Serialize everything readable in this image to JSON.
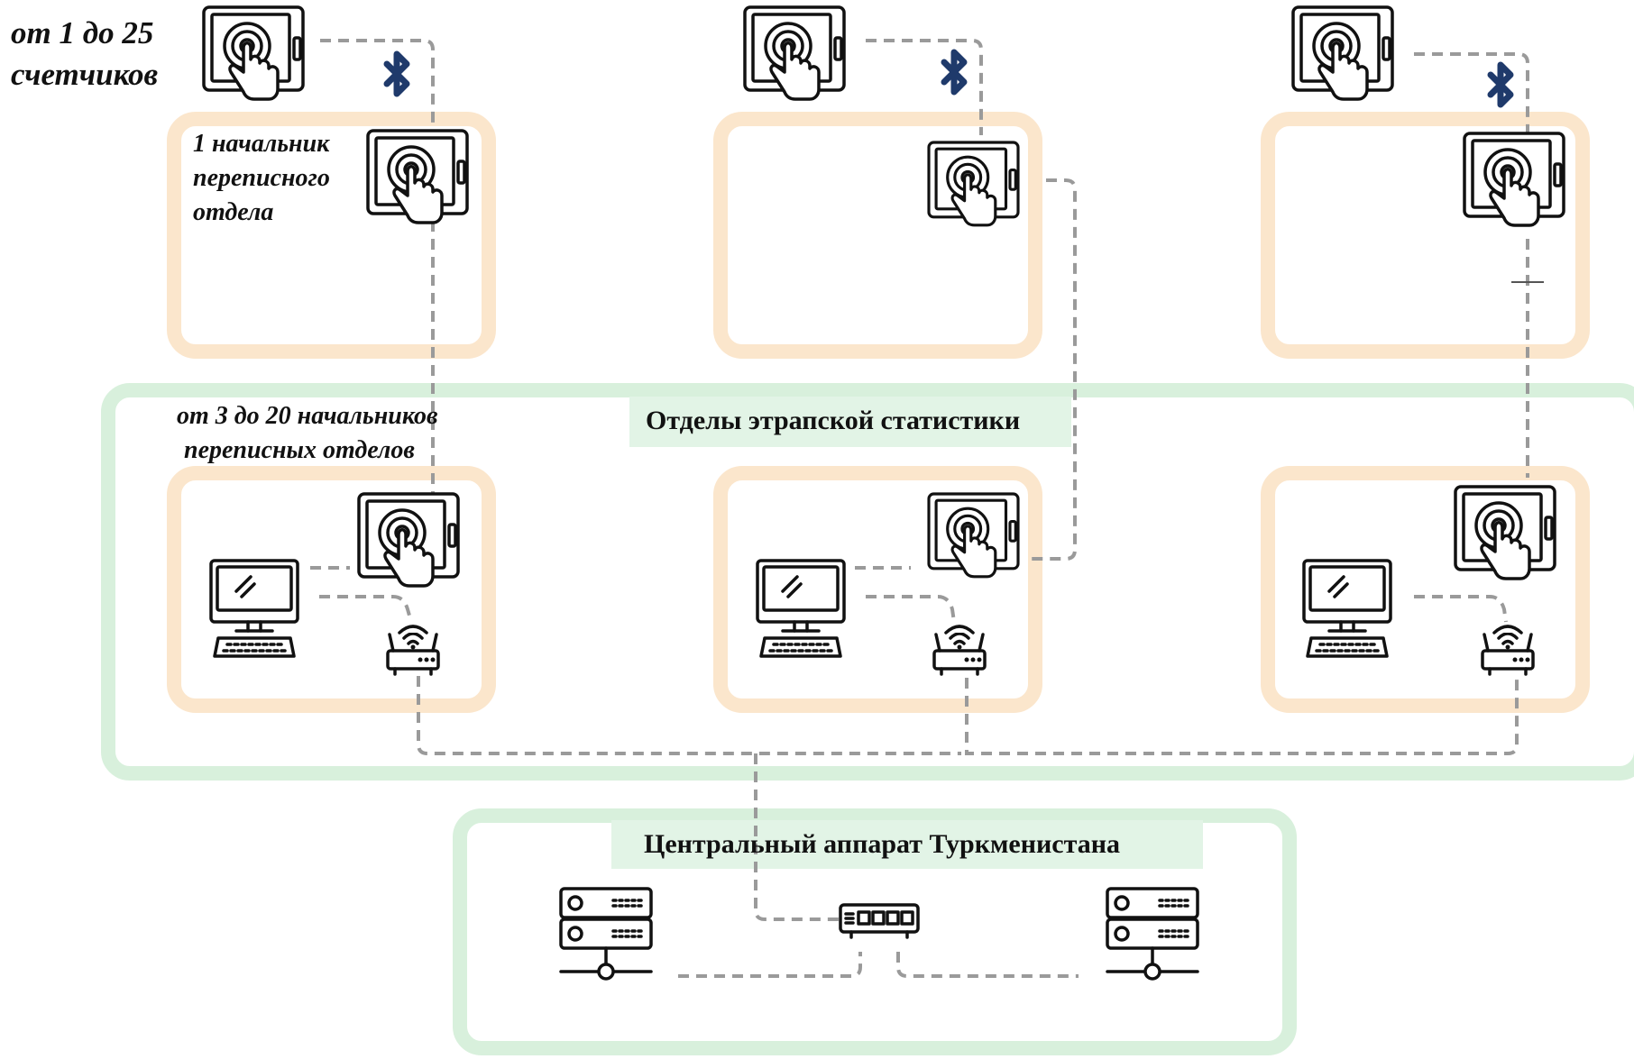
{
  "labels": {
    "enumerators_line1": "от 1 до 25",
    "enumerators_line2": "счетчиков",
    "chief_line1": "1 начальник",
    "chief_line2": "переписного",
    "chief_line3": "отдела",
    "chiefs_line1": "от 3 до 20 начальников",
    "chiefs_line2": "переписных отделов",
    "region_title": "Отделы этрапской статистики",
    "central_title": "Центральный аппарат Туркменистана"
  },
  "icons": {
    "tablet": "tablet-touch-icon",
    "bluetooth": "bluetooth-icon",
    "computer": "desktop-computer-icon",
    "router": "wifi-router-icon",
    "server": "server-icon",
    "switch": "network-switch-icon"
  },
  "colors": {
    "department_border": "#fbe6cc",
    "region_border": "#d8f0dc",
    "connection": "#9a9a9a",
    "bluetooth": "#1f3a6b"
  }
}
